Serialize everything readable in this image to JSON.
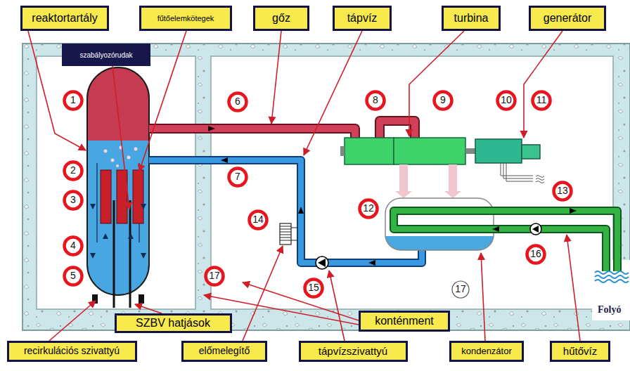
{
  "diagram": {
    "nodes": [
      {
        "text": [
          "reaktortartály"
        ]
      },
      {
        "text": [
          "fűtőelemkötegek"
        ]
      },
      {
        "text": [
          "gőz"
        ]
      },
      {
        "text": [
          "tápvíz"
        ]
      },
      {
        "text": [
          "turbina"
        ]
      },
      {
        "text": [
          "generátor"
        ]
      },
      {
        "text": [
          "szabályozórudak"
        ]
      },
      {
        "text": [
          "1"
        ]
      },
      {
        "text": [
          "6"
        ]
      },
      {
        "text": [
          "8"
        ]
      },
      {
        "text": [
          "9"
        ]
      },
      {
        "text": [
          "10"
        ]
      },
      {
        "text": [
          "11"
        ]
      },
      {
        "text": [
          "2"
        ]
      },
      {
        "text": [
          "7"
        ]
      },
      {
        "text": [
          "13"
        ]
      },
      {
        "text": [
          "3"
        ]
      },
      {
        "text": [
          "12"
        ]
      },
      {
        "text": [
          "14"
        ]
      },
      {
        "text": [
          "4"
        ]
      },
      {
        "text": [
          "16"
        ]
      },
      {
        "text": [
          "5"
        ]
      },
      {
        "text": [
          "17"
        ]
      },
      {
        "text": [
          "15"
        ]
      },
      {
        "text": [
          "17"
        ]
      },
      {
        "text": [
          "SZBV hatjások"
        ]
      },
      {
        "text": [
          "konténment"
        ]
      },
      {
        "text": [
          "recirkulációs szivattyú"
        ]
      },
      {
        "text": [
          "előmelegítő"
        ]
      },
      {
        "text": [
          "tápvízszivattyú"
        ]
      },
      {
        "text": [
          "kondenzátor"
        ]
      },
      {
        "text": [
          "hűtővíz"
        ]
      }
    ],
    "labels": [
      "Folyó"
    ]
  }
}
